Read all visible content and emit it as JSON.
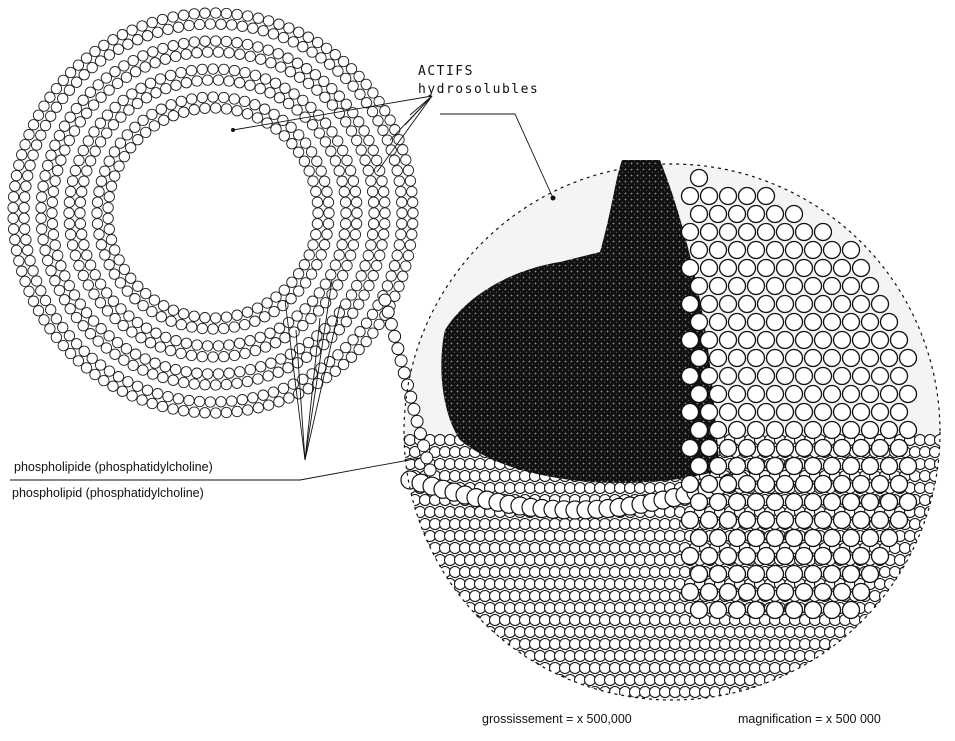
{
  "labels": {
    "actifs": "ACTIFS",
    "hydrosolubles": "hydrosolubles",
    "phospholipide": "phospholipide (phosphatidylcholine)",
    "phospholipid": "phospholipid (phosphatidylcholine)",
    "grossissement": "grossissement = x 500,000",
    "magnification": "magnification = x 500 000"
  },
  "colors": {
    "ink": "#111111",
    "paper": "#ffffff"
  }
}
